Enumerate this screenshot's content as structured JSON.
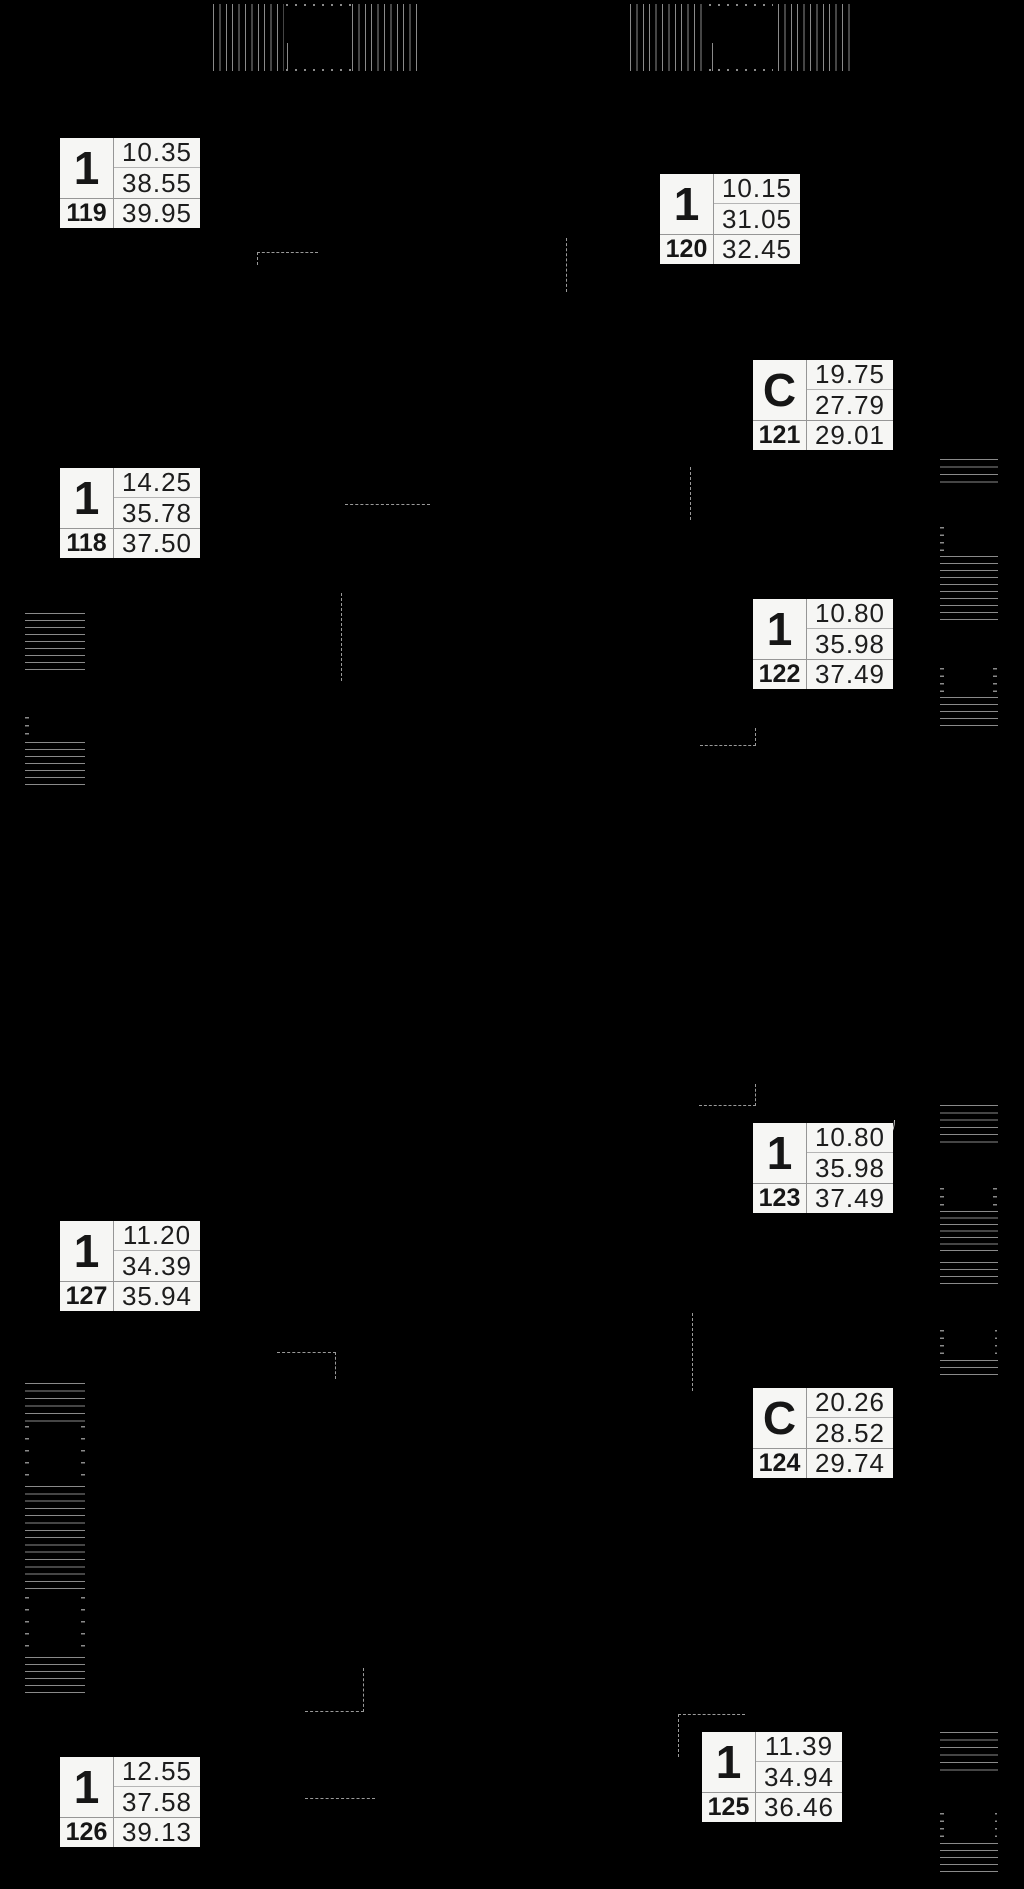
{
  "plan": {
    "background_color": "#000000",
    "label_background": "#f6f6f4",
    "hatch_line_color": "#8a8a8a"
  },
  "units": [
    {
      "number": "118",
      "type": "1",
      "area1": "14.25",
      "area2": "35.78",
      "area3": "37.50"
    },
    {
      "number": "119",
      "type": "1",
      "area1": "10.35",
      "area2": "38.55",
      "area3": "39.95"
    },
    {
      "number": "120",
      "type": "1",
      "area1": "10.15",
      "area2": "31.05",
      "area3": "32.45"
    },
    {
      "number": "121",
      "type": "C",
      "area1": "19.75",
      "area2": "27.79",
      "area3": "29.01"
    },
    {
      "number": "122",
      "type": "1",
      "area1": "10.80",
      "area2": "35.98",
      "area3": "37.49"
    },
    {
      "number": "123",
      "type": "1",
      "area1": "10.80",
      "area2": "35.98",
      "area3": "37.49"
    },
    {
      "number": "124",
      "type": "C",
      "area1": "20.26",
      "area2": "28.52",
      "area3": "29.74"
    },
    {
      "number": "125",
      "type": "1",
      "area1": "11.39",
      "area2": "34.94",
      "area3": "36.46"
    },
    {
      "number": "126",
      "type": "1",
      "area1": "12.55",
      "area2": "37.58",
      "area3": "39.13"
    },
    {
      "number": "127",
      "type": "1",
      "area1": "11.20",
      "area2": "34.39",
      "area3": "35.94"
    }
  ]
}
